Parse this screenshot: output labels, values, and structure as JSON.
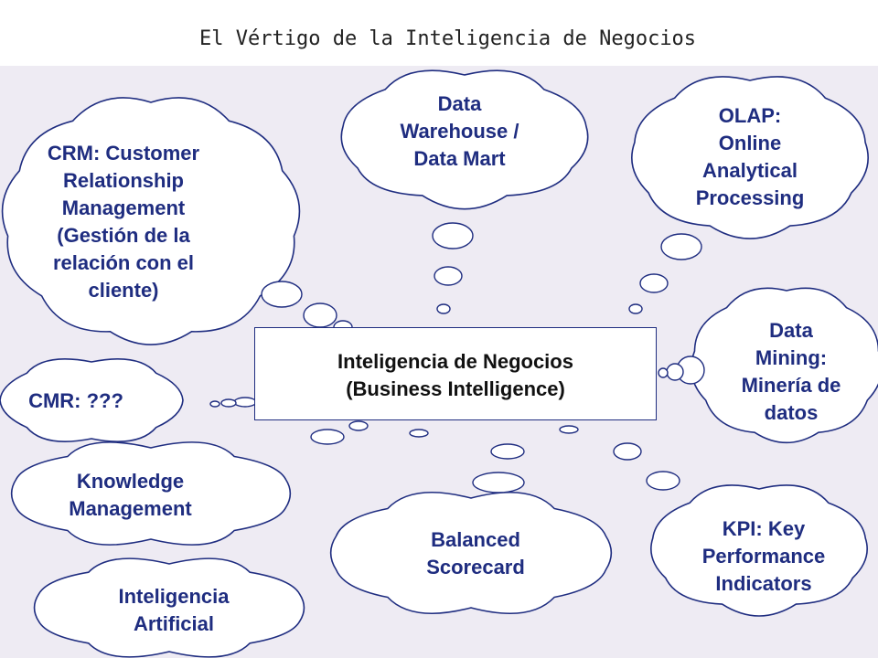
{
  "title": "El Vértigo de la Inteligencia de Negocios",
  "center": {
    "line1": "Inteligencia de Negocios",
    "line2": "(Business Intelligence)"
  },
  "clouds": {
    "crm": [
      "CRM: Customer",
      "Relationship",
      "Management",
      "(Gestión de la",
      "relación con el",
      "cliente)"
    ],
    "dw": [
      "Data",
      "Warehouse /",
      "Data Mart"
    ],
    "olap": [
      "OLAP:",
      "Online",
      "Analytical",
      "Processing"
    ],
    "mining": [
      "Data",
      "Mining:",
      "Minería de",
      "datos"
    ],
    "cmr": [
      "CMR: ???"
    ],
    "km": [
      "Knowledge",
      "Management"
    ],
    "bsc": [
      "Balanced",
      "Scorecard"
    ],
    "kpi": [
      "KPI: Key",
      "Performance",
      "Indicators"
    ],
    "ai": [
      "Inteligencia",
      "Artificial"
    ]
  },
  "colors": {
    "accent": "#1f2d80",
    "background": "#eeebf3"
  }
}
